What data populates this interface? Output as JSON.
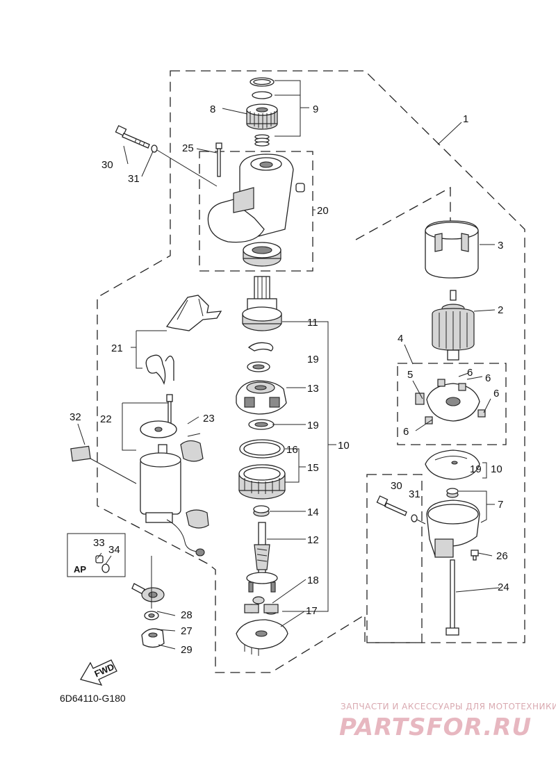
{
  "diagram": {
    "drawing_code": "6D64110-G180",
    "fwd_label": "FWD",
    "ap_label": "AP",
    "callouts": {
      "c1": "1",
      "c2": "2",
      "c3": "3",
      "c4": "4",
      "c5": "5",
      "c6a": "6",
      "c6b": "6",
      "c6c": "6",
      "c6d": "6",
      "c7": "7",
      "c8": "8",
      "c9": "9",
      "c10a": "10",
      "c10b": "10",
      "c11": "11",
      "c12": "12",
      "c13": "13",
      "c14": "14",
      "c15": "15",
      "c16": "16",
      "c17": "17",
      "c18": "18",
      "c19a": "19",
      "c19b": "19",
      "c19c": "19",
      "c20": "20",
      "c21": "21",
      "c22": "22",
      "c23": "23",
      "c24": "24",
      "c25": "25",
      "c26": "26",
      "c27": "27",
      "c28": "28",
      "c29": "29",
      "c30a": "30",
      "c30b": "30",
      "c31a": "31",
      "c31b": "31",
      "c32": "32",
      "c33": "33",
      "c34": "34"
    }
  },
  "watermark": {
    "tagline": "ЗАПЧАСТИ И АКСЕССУАРЫ ДЛЯ МОТОТЕХНИКИ",
    "brand": "PARTSFOR.RU"
  }
}
